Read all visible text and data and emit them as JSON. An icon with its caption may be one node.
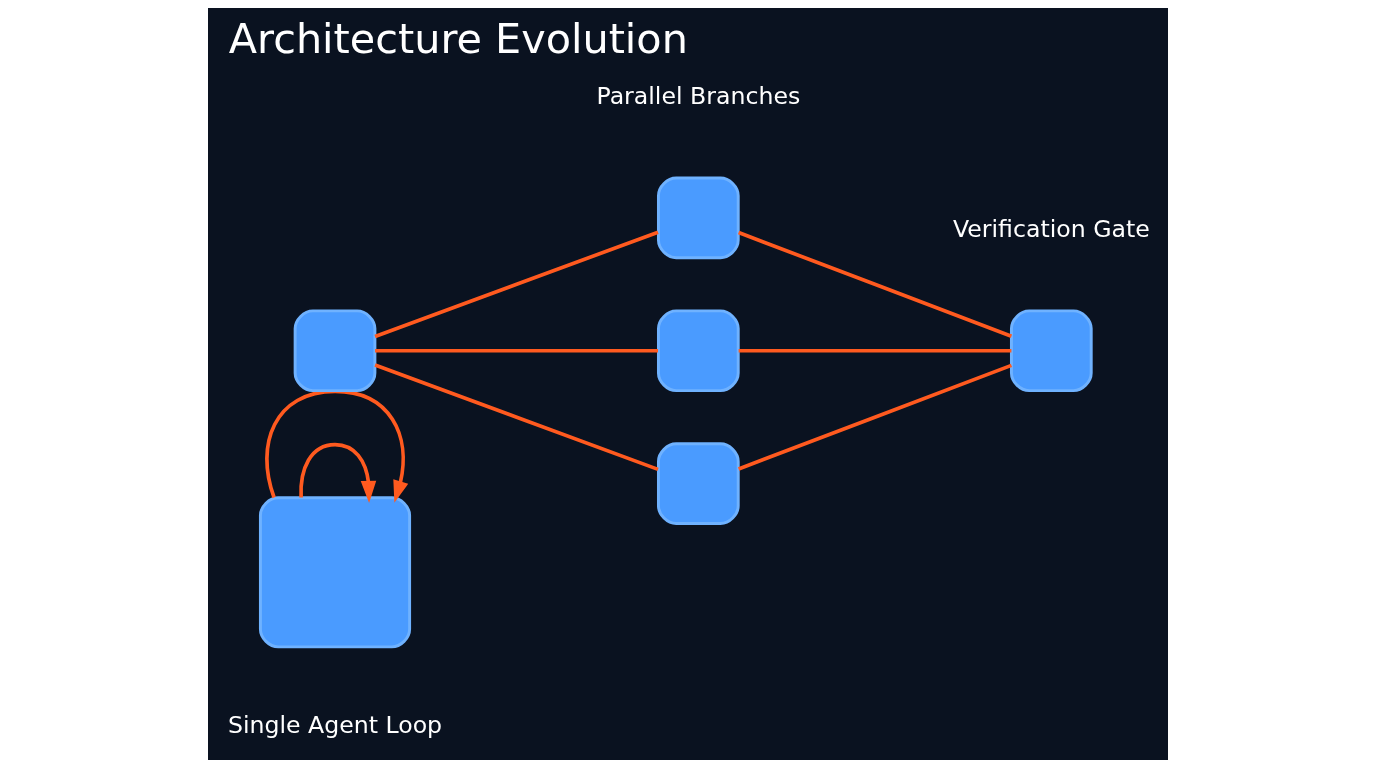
{
  "diagram": {
    "title": "Architecture Evolution",
    "nodes": [
      {
        "text": [],
        "shape": "box",
        "beside": [
          "Single Agent Loop"
        ]
      },
      {
        "text": [],
        "shape": "box"
      },
      {
        "text": [],
        "shape": "box",
        "beside": [
          "Parallel Branches"
        ]
      },
      {
        "text": [],
        "shape": "box"
      },
      {
        "text": [],
        "shape": "box"
      },
      {
        "text": [],
        "shape": "box",
        "beside": [
          "Verification Gate"
        ]
      }
    ],
    "edges": [
      {
        "from": 0,
        "to": 0,
        "arrow": "to",
        "color": "#ff5a1f"
      },
      {
        "from": 0,
        "to": 0,
        "arrow": "to",
        "color": "#ff5a1f"
      },
      {
        "from": 1,
        "to": 2,
        "arrow": "none",
        "color": "#ff5a1f"
      },
      {
        "from": 1,
        "to": 3,
        "arrow": "none",
        "color": "#ff5a1f"
      },
      {
        "from": 1,
        "to": 4,
        "arrow": "none",
        "color": "#ff5a1f"
      },
      {
        "from": 2,
        "to": 5,
        "arrow": "none",
        "color": "#ff5a1f"
      },
      {
        "from": 3,
        "to": 5,
        "arrow": "none",
        "color": "#ff5a1f"
      },
      {
        "from": 4,
        "to": 5,
        "arrow": "none",
        "color": "#ff5a1f"
      }
    ]
  }
}
